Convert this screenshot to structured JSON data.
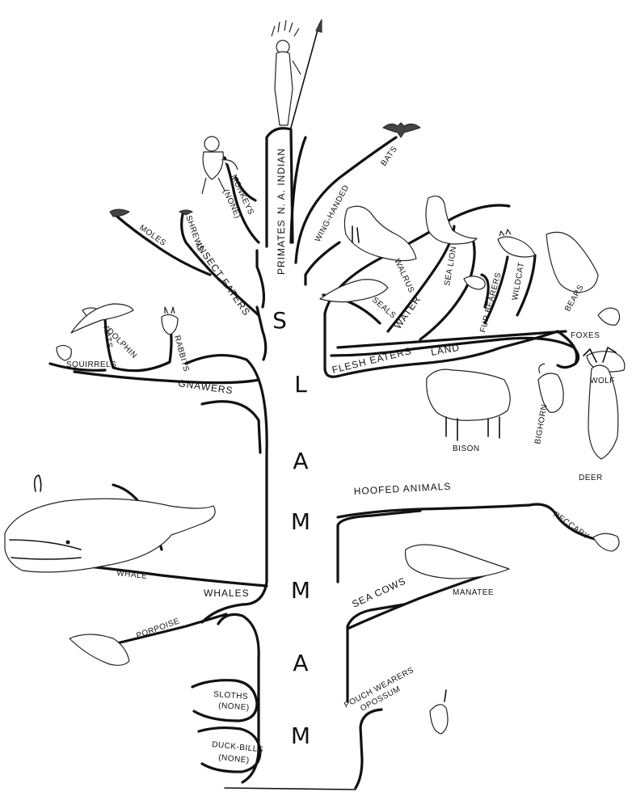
{
  "trunk_letters": [
    "M",
    "A",
    "M",
    "M",
    "A",
    "L",
    "S"
  ],
  "labels": {
    "primates": "PRIMATES",
    "na_indian": "N. A. INDIAN",
    "monkeys": "MONKEYS",
    "monkeys_none": "(NONE)",
    "insect_eaters": "INSECT EATERS",
    "moles": "MOLES",
    "shrews": "SHREWS",
    "wing_handed": "WING-HANDED",
    "bats": "BATS",
    "walrus": "WALRUS",
    "sea_lion": "SEA LION",
    "seals": "SEALS",
    "water": "WATER",
    "fur_bearers": "FUR BEARERS",
    "wildcat": "WILDCAT",
    "bears": "BEARS",
    "foxes": "FOXES",
    "wolf": "WOLF",
    "land": "LAND",
    "flesh_eaters": "FLESH EATERS",
    "rats": "RATS",
    "rabbits": "RABBITS",
    "squirrels": "SQUIRRELS",
    "gnawers": "GNAWERS",
    "bison": "BISON",
    "bighorn": "BIGHORN",
    "deer": "DEER",
    "hoofed_animals": "HOOFED ANIMALS",
    "peccary": "PECCARY",
    "dolphin": "DOLPHIN",
    "whale": "WHALE",
    "whales": "WHALES",
    "porpoise": "PORPOISE",
    "manatee": "MANATEE",
    "sea_cows": "SEA COWS",
    "sloths": "SLOTHS",
    "sloths_none": "(NONE)",
    "pouch_wearers": "POUCH WEARERS",
    "opossum": "OPOSSUM",
    "duck_bills": "DUCK-BILLS",
    "duck_bills_none": "(NONE)"
  }
}
